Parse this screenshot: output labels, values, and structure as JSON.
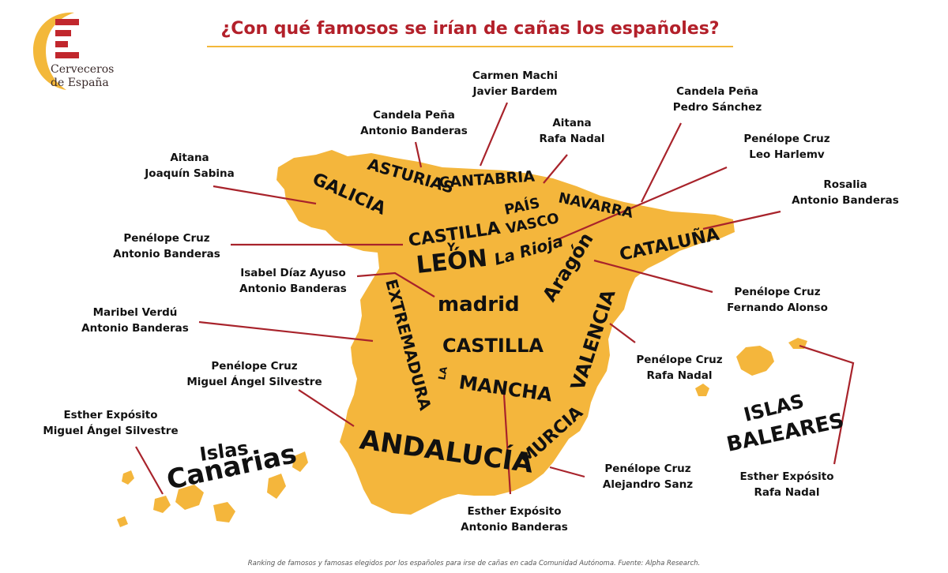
{
  "header": {
    "title": "¿Con qué famosos se irían de cañas los españoles?",
    "logo_line1": "Cerveceros",
    "logo_line2": "de España"
  },
  "colors": {
    "map_fill": "#f4b63c",
    "leader_line": "#a8232b",
    "title": "#b3202a",
    "logo_red": "#c1272d",
    "logo_gold": "#f3b83a"
  },
  "regions": {
    "galicia": "GALICIA",
    "asturias": "ASTURIAS",
    "cantabria": "CANTABRIA",
    "pais_vasco_1": "PAÍS",
    "pais_vasco_2": "VASCO",
    "navarra": "NAVARRA",
    "cataluna": "CATALUÑA",
    "castilla_leon_1": "CASTILLA",
    "castilla_leon_2": "Y",
    "castilla_leon_3": "LEÓN",
    "la_rioja": "La Rioja",
    "aragon": "Aragón",
    "madrid": "madrid",
    "extremadura": "EXTREMADURA",
    "castilla_mancha_1": "CASTILLA",
    "castilla_mancha_2": "LA",
    "castilla_mancha_3": "MANCHA",
    "valencia": "VALENCIA",
    "murcia": "MURCIA",
    "andalucia": "ANDALUCÍA",
    "canarias_1": "Islas",
    "canarias_2": "Canarias",
    "baleares_1": "ISLAS",
    "baleares_2": "BALEARES"
  },
  "pairs": {
    "galicia": [
      "Aitana",
      "Joaquín Sabina"
    ],
    "asturias": [
      "Candela Peña",
      "Antonio Banderas"
    ],
    "cantabria": [
      "Carmen Machi",
      "Javier Bardem"
    ],
    "pais_vasco": [
      "Aitana",
      "Rafa Nadal"
    ],
    "navarra": [
      "Candela Peña",
      "Pedro Sánchez"
    ],
    "la_rioja": [
      "Penélope Cruz",
      "Leo Harlemv"
    ],
    "cataluna": [
      "Rosalia",
      "Antonio Banderas"
    ],
    "castilla_leon": [
      "Penélope Cruz",
      "Antonio Banderas"
    ],
    "madrid": [
      "Isabel Díaz Ayuso",
      "Antonio Banderas"
    ],
    "aragon": [
      "Penélope Cruz",
      "Fernando Alonso"
    ],
    "extremadura": [
      "Maribel Verdú",
      "Antonio Banderas"
    ],
    "valencia": [
      "Penélope Cruz",
      "Rafa Nadal"
    ],
    "andalucia": [
      "Penélope Cruz",
      "Miguel Ángel Silvestre"
    ],
    "canarias": [
      "Esther Expósito",
      "Miguel Ángel Silvestre"
    ],
    "murcia": [
      "Penélope Cruz",
      "Alejandro Sanz"
    ],
    "castilla_mancha": [
      "Esther Expósito",
      "Antonio Banderas"
    ],
    "baleares": [
      "Esther Expósito",
      "Rafa Nadal"
    ]
  },
  "footnote": "Ranking de famosos y famosas elegidos por los españoles para irse de cañas en cada Comunidad Autónoma. Fuente: Alpha Research."
}
